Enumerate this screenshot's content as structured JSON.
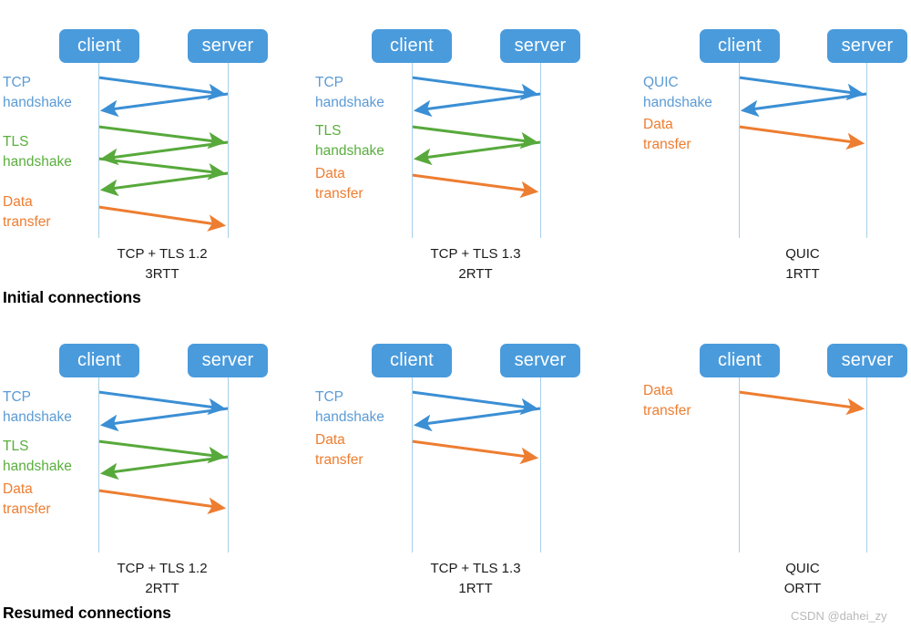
{
  "meta": {
    "watermark": "CSDN @dahei_zy"
  },
  "colors": {
    "actor_box": "#4A9BDC",
    "lifeline": "#A8CFE8",
    "tcp_blue": "#3B8FD4",
    "tls_green": "#57A93B",
    "data_orange": "#ED7D31",
    "label_tcp": "#5B9BD5",
    "label_tls": "#5AAE3E",
    "label_data": "#ED7D31",
    "caption_text": "#1a1a1a",
    "background": "#FFFFFF"
  },
  "sections": [
    {
      "id": "initial",
      "title": "Initial connections",
      "panels": [
        {
          "id": "initial-tcp-tls12",
          "client_label": "client",
          "server_label": "server",
          "caption_line1": "TCP + TLS 1.2",
          "caption_line2": "3RTT",
          "phases": [
            {
              "name": "tcp-handshake",
              "label": "TCP\nhandshake",
              "color_key": "tcp_blue",
              "messages": 2
            },
            {
              "name": "tls-handshake",
              "label": "TLS\nhandshake",
              "color_key": "tls_green",
              "messages": 4
            },
            {
              "name": "data-transfer",
              "label": "Data\ntransfer",
              "color_key": "data_orange",
              "messages": 1
            }
          ]
        },
        {
          "id": "initial-tcp-tls13",
          "client_label": "client",
          "server_label": "server",
          "caption_line1": "TCP + TLS 1.3",
          "caption_line2": "2RTT",
          "phases": [
            {
              "name": "tcp-handshake",
              "label": "TCP\nhandshake",
              "color_key": "tcp_blue",
              "messages": 2
            },
            {
              "name": "tls-handshake",
              "label": "TLS\nhandshake",
              "color_key": "tls_green",
              "messages": 2
            },
            {
              "name": "data-transfer",
              "label": "Data\ntransfer",
              "color_key": "data_orange",
              "messages": 1
            }
          ]
        },
        {
          "id": "initial-quic",
          "client_label": "client",
          "server_label": "server",
          "caption_line1": "QUIC",
          "caption_line2": "1RTT",
          "phases": [
            {
              "name": "quic-handshake",
              "label": "QUIC\nhandshake",
              "color_key": "tcp_blue",
              "messages": 2
            },
            {
              "name": "data-transfer",
              "label": "Data\ntransfer",
              "color_key": "data_orange",
              "messages": 1
            }
          ]
        }
      ]
    },
    {
      "id": "resumed",
      "title": "Resumed connections",
      "panels": [
        {
          "id": "resumed-tcp-tls12",
          "client_label": "client",
          "server_label": "server",
          "caption_line1": "TCP + TLS 1.2",
          "caption_line2": "2RTT",
          "phases": [
            {
              "name": "tcp-handshake",
              "label": "TCP\nhandshake",
              "color_key": "tcp_blue",
              "messages": 2
            },
            {
              "name": "tls-handshake",
              "label": "TLS\nhandshake",
              "color_key": "tls_green",
              "messages": 2
            },
            {
              "name": "data-transfer",
              "label": "Data\ntransfer",
              "color_key": "data_orange",
              "messages": 1
            }
          ]
        },
        {
          "id": "resumed-tcp-tls13",
          "client_label": "client",
          "server_label": "server",
          "caption_line1": "TCP + TLS 1.3",
          "caption_line2": "1RTT",
          "phases": [
            {
              "name": "tcp-handshake",
              "label": "TCP\nhandshake",
              "color_key": "tcp_blue",
              "messages": 2
            },
            {
              "name": "data-transfer",
              "label": "Data\ntransfer",
              "color_key": "data_orange",
              "messages": 1
            }
          ]
        },
        {
          "id": "resumed-quic",
          "client_label": "client",
          "server_label": "server",
          "caption_line1": "QUIC",
          "caption_line2": "ORTT",
          "phases": [
            {
              "name": "data-transfer",
              "label": "Data\ntransfer",
              "color_key": "data_orange",
              "messages": 1
            }
          ]
        }
      ]
    }
  ]
}
